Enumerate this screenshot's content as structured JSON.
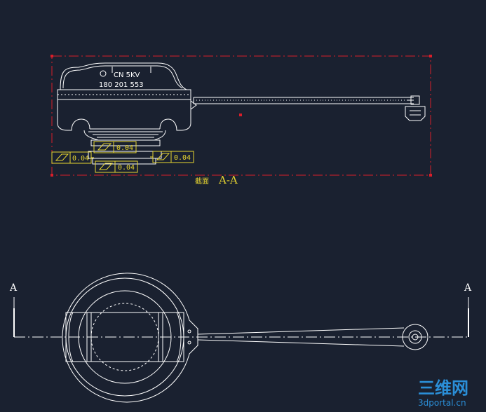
{
  "colors": {
    "background": "#1a2130",
    "line": "#ffffff",
    "dimension": "#e8d630",
    "boundary": "#d81e2a",
    "watermark": "#2b8fd8"
  },
  "drawing": {
    "cap_text": {
      "line1": "CN 5KV",
      "line2": "180  201  553"
    },
    "tolerance_frames": [
      {
        "symbol": "flatness-icon",
        "value": "0.04"
      },
      {
        "symbol": "flatness-icon",
        "value": "0.04"
      },
      {
        "symbol": "flatness-icon",
        "value": "0.04"
      },
      {
        "symbol": "flatness-icon",
        "value": "0.04"
      }
    ],
    "section_label": {
      "prefix": "截面",
      "name": "A-A"
    },
    "cut_labels": {
      "left": "A",
      "right": "A"
    }
  },
  "watermark": {
    "text": "三维网",
    "url": "3dportal.cn"
  }
}
